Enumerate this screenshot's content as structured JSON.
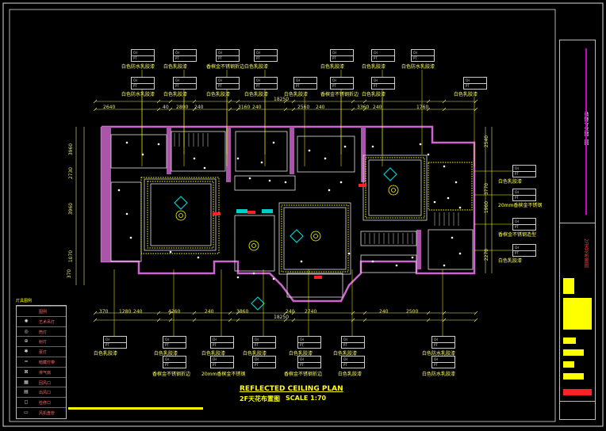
{
  "plan": {
    "title_en": "REFLECTED CEILING PLAN",
    "title_cn": "2F天花布置图",
    "scale": "SCALE 1:70"
  },
  "dimensions": {
    "top_total": "18250",
    "top_segments": [
      "2640",
      "40",
      "2800",
      "240",
      "3160",
      "240",
      "2560",
      "240",
      "3360",
      "240",
      "1760"
    ],
    "bottom_total": "18250",
    "bottom_segments": [
      "370",
      "1280",
      "240",
      "4260",
      "240",
      "3860",
      "240",
      "2740",
      "240",
      "2500"
    ],
    "left_segments": [
      "3960",
      "2730",
      "3960",
      "1070",
      "370"
    ],
    "right_segments": [
      "2540",
      "3770",
      "1960",
      "2270"
    ]
  },
  "notes": {
    "top_row1": [
      "白色防水乳胶漆",
      "白色乳胶漆",
      "香槟金不锈钢折边",
      "白色乳胶漆",
      "白色乳胶漆",
      "白色乳胶漆",
      "白色防水乳胶漆"
    ],
    "top_row2": [
      "白色防水乳胶漆",
      "白色乳胶漆",
      "白色乳胶漆",
      "白色乳胶漆",
      "白色乳胶漆",
      "香槟金不锈钢折边",
      "白色乳胶漆",
      "白色乳胶漆"
    ],
    "right": [
      "白色乳胶漆",
      "20mm香槟金不锈钢",
      "香槟金不锈钢造型",
      "白色乳胶漆"
    ],
    "bottom_row1": [
      "白色乳胶漆",
      "白色乳胶漆",
      "白色乳胶漆",
      "白色乳胶漆",
      "白色乳胶漆",
      "白色乳胶漆",
      "白色防水乳胶漆"
    ],
    "bottom_row2": [
      "香槟金不锈钢折边",
      "20mm香槟金不锈钢",
      "香槟金不锈钢折边",
      "白色乳胶漆",
      "白色防水乳胶漆"
    ]
  },
  "tags": {
    "ceiling": "CH",
    "finish": "PT"
  },
  "legend": {
    "title": "灯具图例",
    "rows": [
      "图例",
      "艺术吊灯",
      "筒灯",
      "射灯",
      "豪灯",
      "暗藏灯带",
      "排气扇",
      "回风口",
      "出风口",
      "检修口",
      "风机盘管"
    ]
  },
  "title_block": {
    "company": "装饰专业施工图",
    "drawing": "2F天花布置图"
  },
  "colors": {
    "wall": "#cc66cc",
    "wall_fill": "#aa55aa",
    "lines": "#e0e0e0",
    "dim": "#e6e680",
    "accent_cyan": "#00cccc",
    "accent_red": "#ff2222",
    "accent_yellow": "#ffff00"
  }
}
